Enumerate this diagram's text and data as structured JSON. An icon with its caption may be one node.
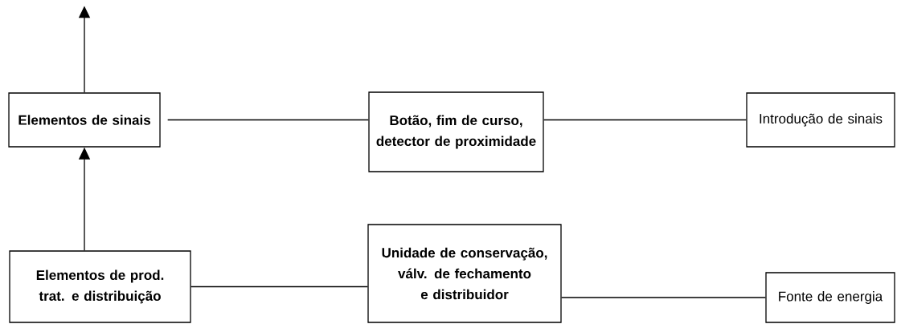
{
  "diagram": {
    "nodes": [
      {
        "text": [
          "Elementos de sinais"
        ]
      },
      {
        "text": [
          "Botão, fim de curso, detector de proximidade"
        ]
      },
      {
        "text": [
          "Introdução de sinais"
        ]
      },
      {
        "text": [
          "Elementos de prod. trat. e distribuição"
        ]
      },
      {
        "text": [
          "Unidade de conservação, válv. de fechamento e distribuidor"
        ]
      },
      {
        "text": [
          "Fonte de energia"
        ]
      }
    ],
    "edges": [
      {
        "from": 0,
        "to": null,
        "arrow": "to"
      },
      {
        "from": 3,
        "to": 0,
        "arrow": "to"
      },
      {
        "from": 0,
        "to": 1,
        "arrow": "none"
      },
      {
        "from": 1,
        "to": 2,
        "arrow": "none"
      },
      {
        "from": 3,
        "to": 4,
        "arrow": "none"
      },
      {
        "from": 4,
        "to": 5,
        "arrow": "none"
      }
    ]
  }
}
